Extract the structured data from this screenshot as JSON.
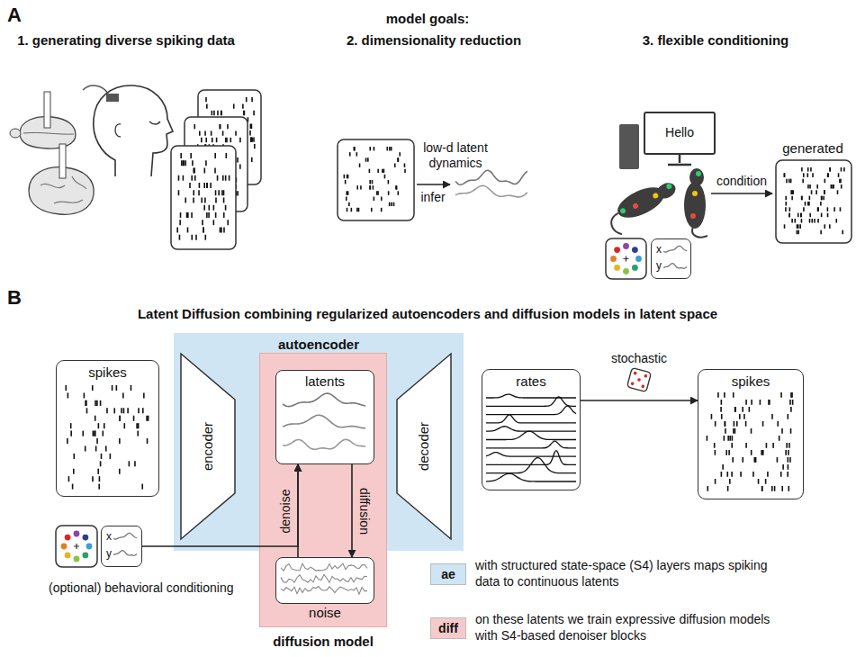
{
  "diagram": {
    "nodes": [
      {
        "text": [
          "Hello"
        ]
      },
      {
        "text": [
          "x",
          "y"
        ]
      },
      {
        "text": [
          "spikes"
        ]
      },
      {
        "text": [
          "autoencoder"
        ]
      },
      {
        "text": [
          "encoder"
        ],
        "in": 3
      },
      {
        "text": [
          "diffusion model"
        ]
      },
      {
        "text": [
          "latents"
        ],
        "in": 5
      },
      {
        "text": [
          "noise"
        ],
        "in": 5
      },
      {
        "text": [
          "decoder"
        ],
        "in": 3
      },
      {
        "text": [
          "rates"
        ]
      },
      {
        "text": [
          "spikes"
        ]
      },
      {
        "text": [
          "x",
          "y"
        ]
      }
    ],
    "edges": [
      {
        "from": 7,
        "to": 6,
        "arrow": "to",
        "label": "denoise"
      },
      {
        "from": 6,
        "to": 7,
        "arrow": "to",
        "label": "diffusion"
      },
      {
        "from": 9,
        "to": 10,
        "arrow": "to",
        "label": "stochastic"
      },
      {
        "from": 11,
        "to": 6,
        "arrow": "to"
      }
    ],
    "labels": [
      "A",
      "model goals:",
      "1. generating diverse spiking data",
      "2. dimensionality reduction",
      "3. flexible conditioning",
      "low-d latent dynamics",
      "infer",
      "condition",
      "generated",
      "B",
      "Latent Diffusion combining regularized autoencoders and diffusion models in latent space",
      "(optional) behavioral conditioning",
      "ae",
      "diff"
    ],
    "legend": [
      {
        "text": "with structured state-space (S4) layers maps spiking data to continuous latents",
        "color": "#cfe5f4"
      },
      {
        "text": "on these latents we train expressive diffusion models with S4-based denoiser blocks",
        "color": "#f6caca"
      }
    ]
  }
}
